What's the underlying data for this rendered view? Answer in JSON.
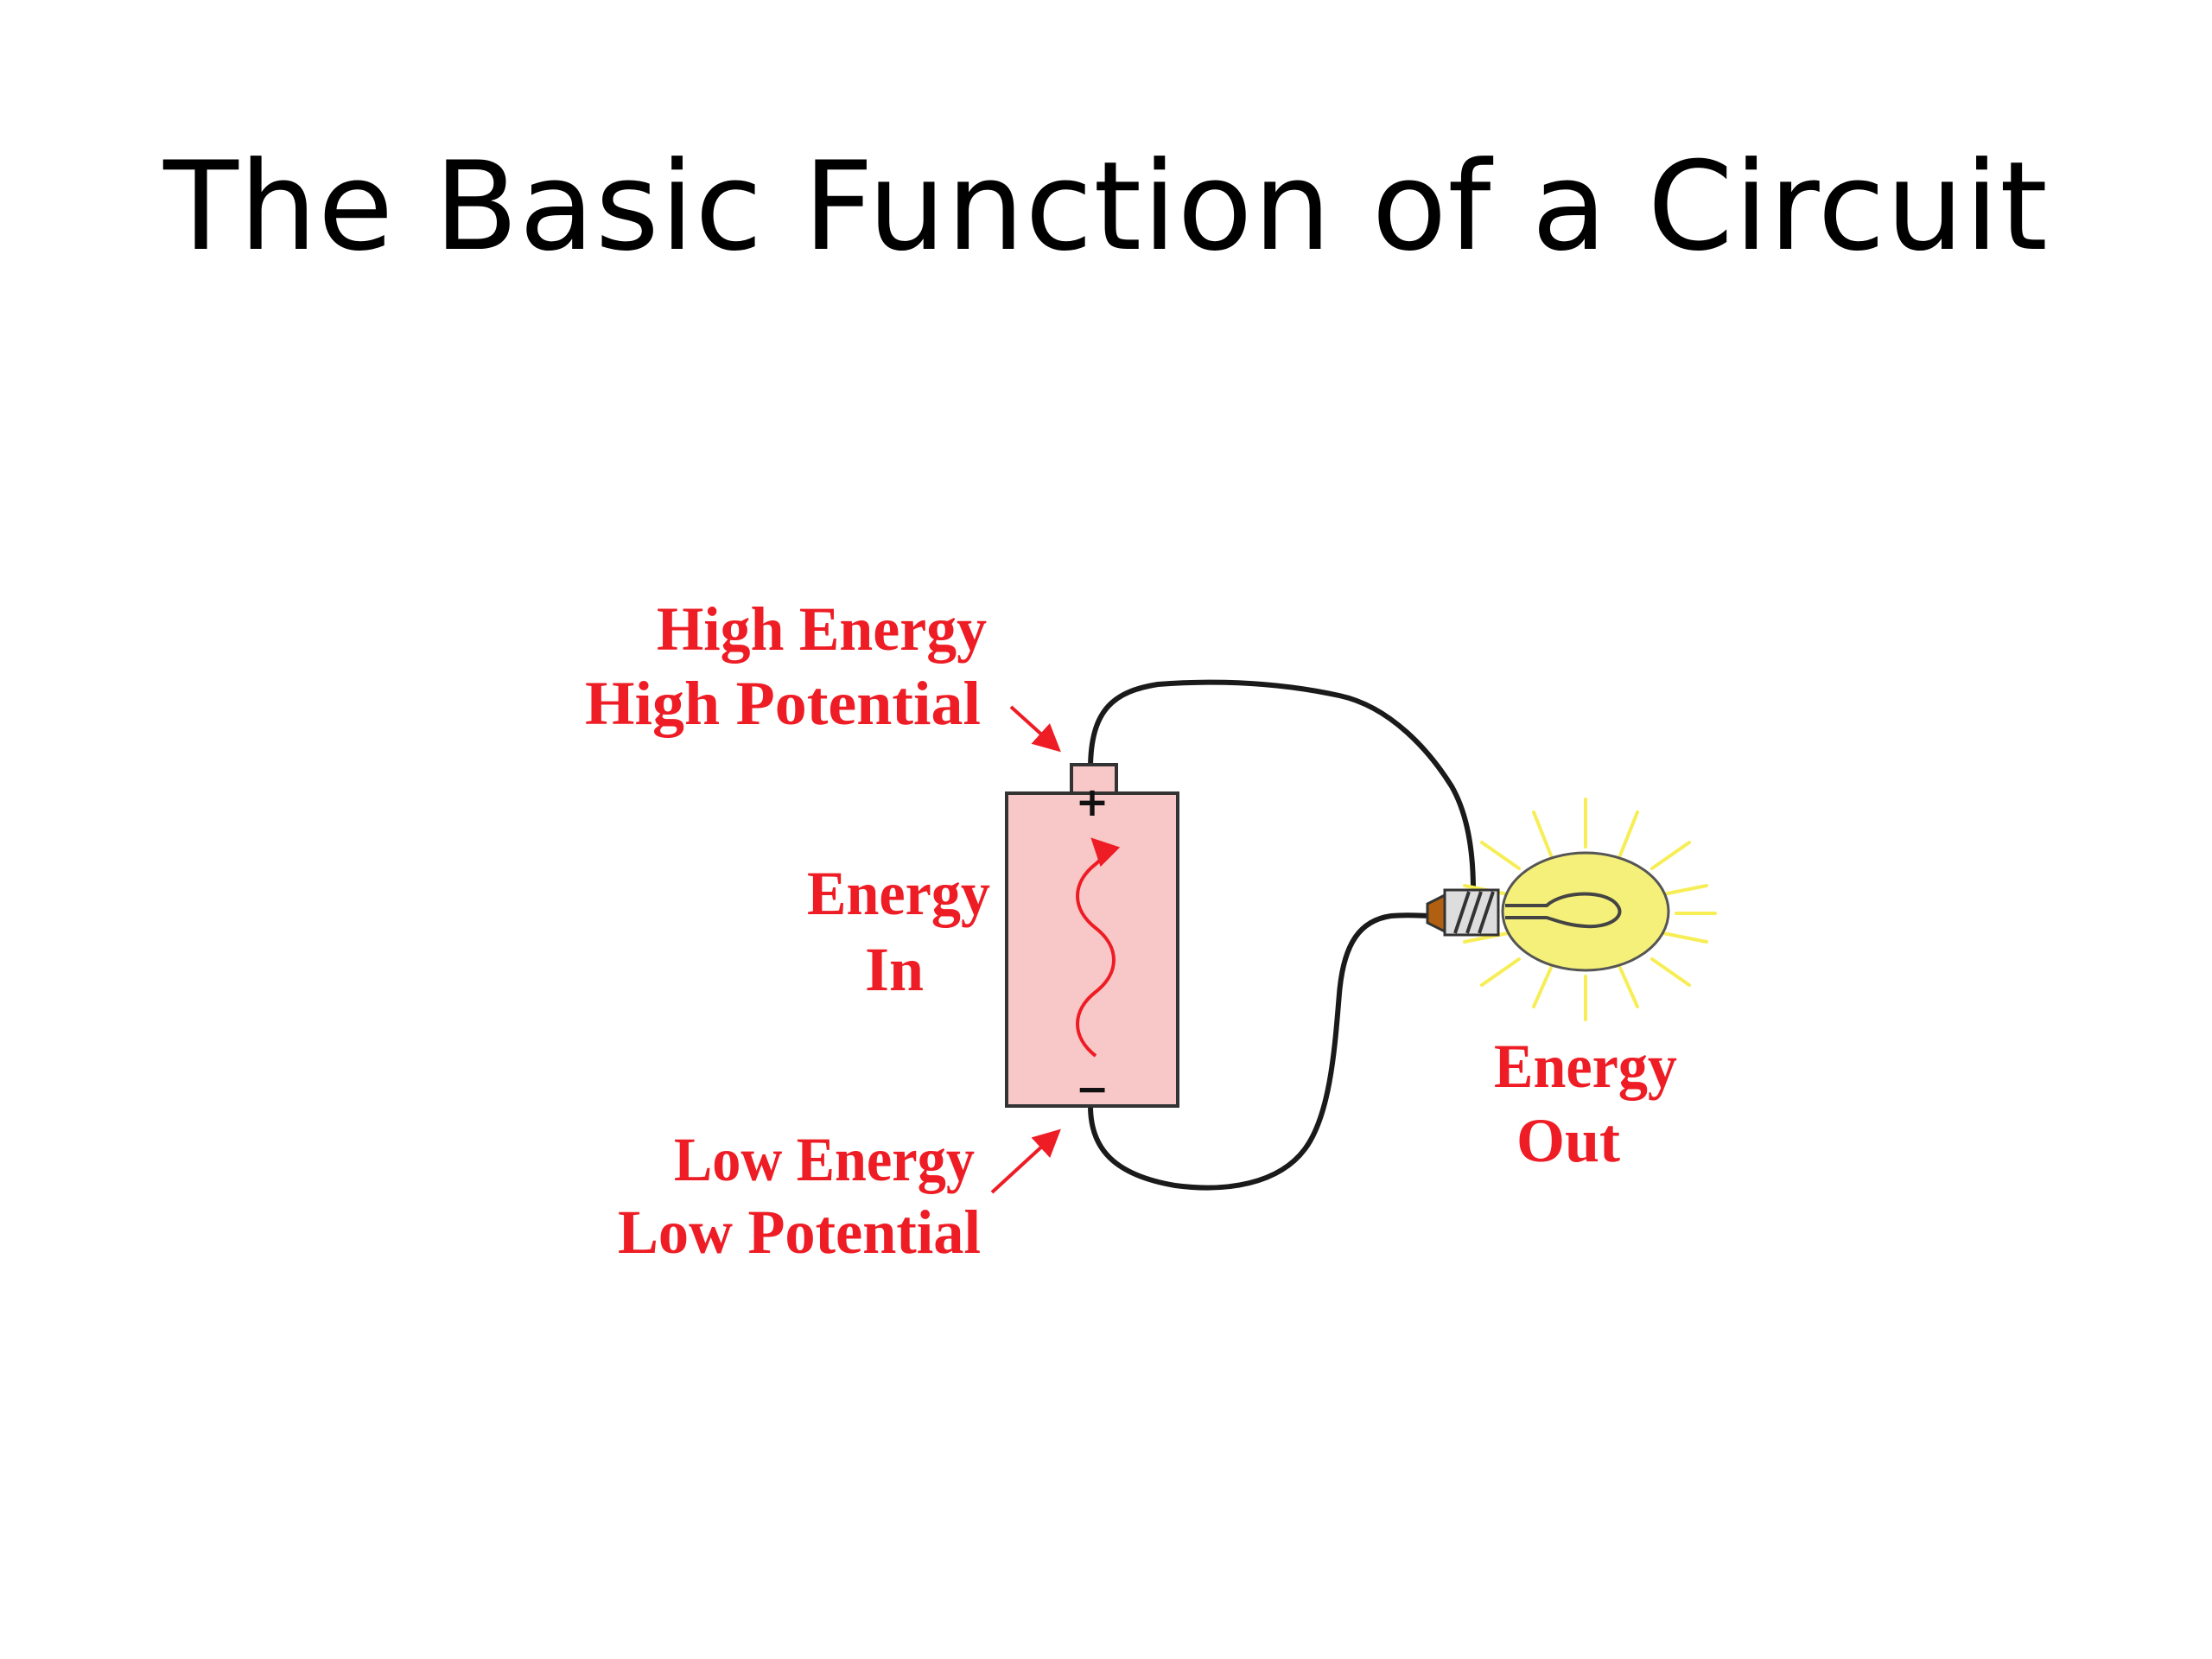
{
  "slide": {
    "title": "The Basic Function of a Circuit"
  },
  "diagram": {
    "labels": {
      "high_energy": "High Energy",
      "high_potential": "High Potential",
      "energy_in_line1": "Energy",
      "energy_in_line2": "In",
      "low_energy": "Low Energy",
      "low_potential": "Low Potential",
      "energy_out_line1": "Energy",
      "energy_out_line2": "Out"
    },
    "terminal_symbols": {
      "positive": "+",
      "negative": "−"
    },
    "colors": {
      "label_red": "#ee1c24",
      "battery_fill": "#f8c7c7",
      "bulb_glass": "#f4f07a",
      "glow": "#f7ee55",
      "wire": "#1a1a1a"
    }
  }
}
